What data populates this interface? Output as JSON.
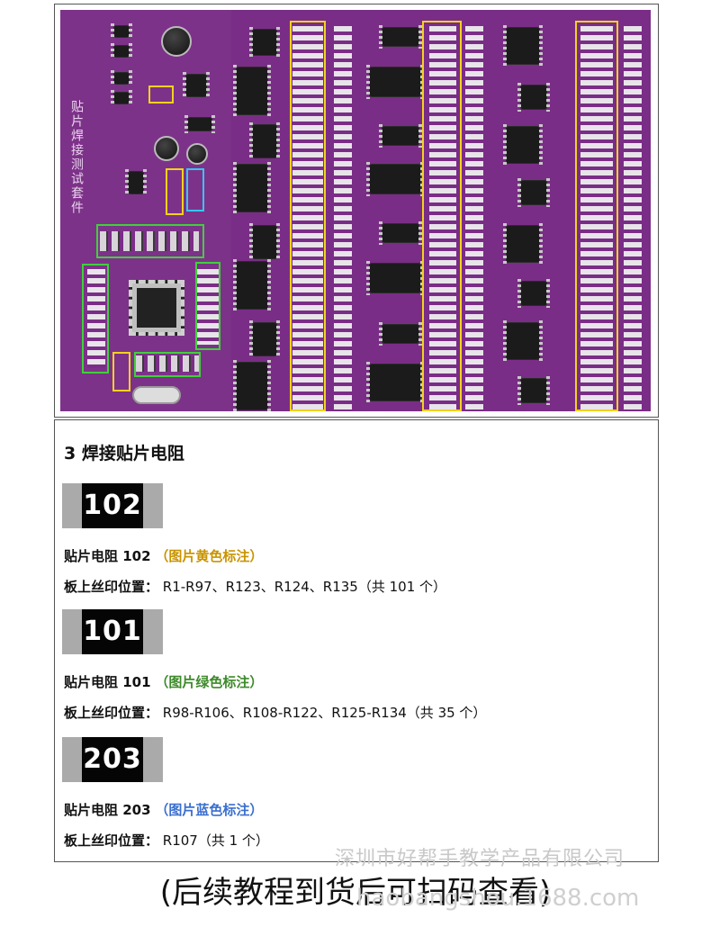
{
  "pcb": {
    "vertical_label": "贴片焊接测试套件"
  },
  "section": {
    "title": "3 焊接贴片电阻"
  },
  "resistors": [
    {
      "code": "102",
      "name_label": "贴片电阻 102",
      "note": "（图片黄色标注）",
      "position_label": "板上丝印位置：",
      "position_value": "R1-R97、R123、R124、R135（共 101 个）"
    },
    {
      "code": "101",
      "name_label": "贴片电阻 101",
      "note": "（图片绿色标注）",
      "position_label": "板上丝印位置：",
      "position_value": "R98-R106、R108-R122、R125-R134（共 35 个）"
    },
    {
      "code": "203",
      "name_label": "贴片电阻 203",
      "note": "（图片蓝色标注）",
      "position_label": "板上丝印位置：",
      "position_value": "R107（共 1 个）"
    }
  ],
  "watermark": {
    "company": "深圳市好帮手教学产品有限公司",
    "site": "haobangshou.1688.com"
  },
  "footer": {
    "text": "(后续教程到货后可扫码查看)"
  },
  "colors": {
    "pcb": "#7a2d86",
    "highlight_yellow": "#f2d21c",
    "highlight_green": "#3fd13a",
    "highlight_blue": "#33c7f0"
  }
}
